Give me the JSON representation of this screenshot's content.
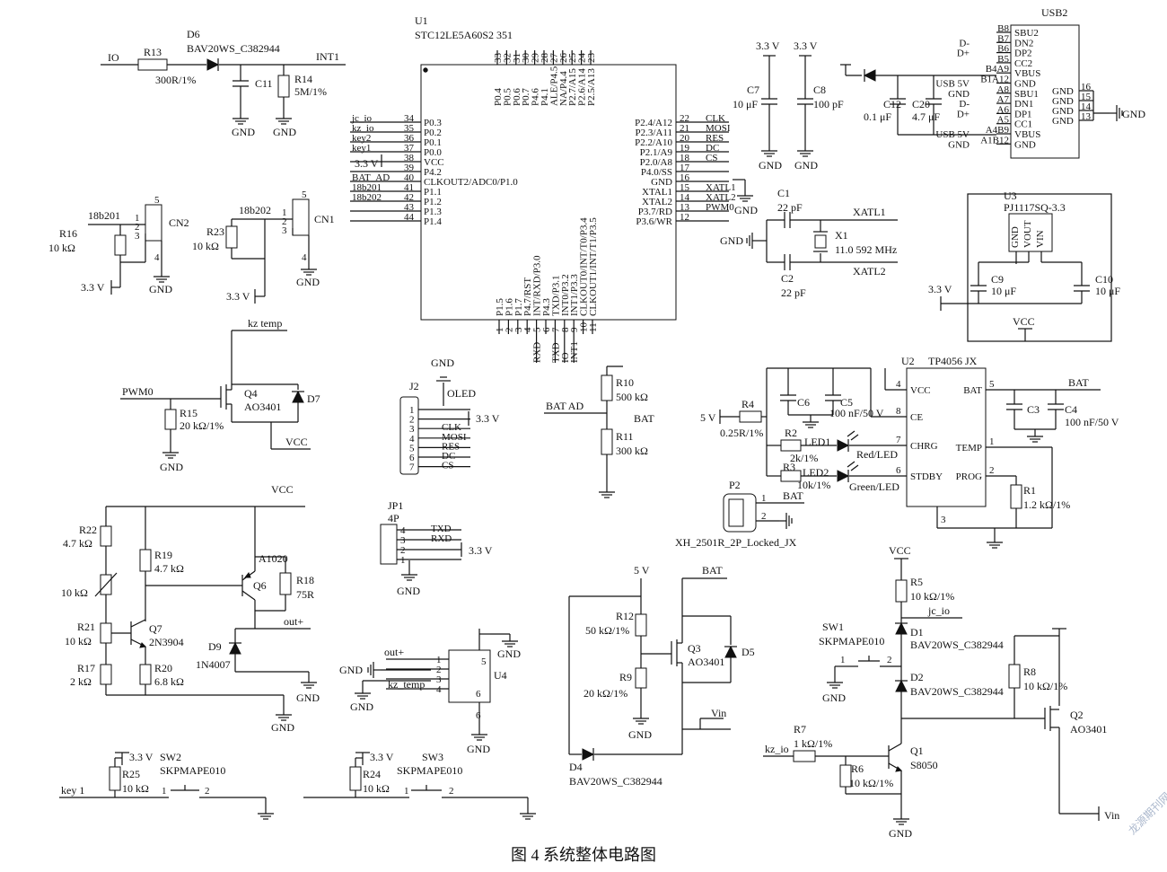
{
  "caption": "图 4    系统整体电路图",
  "watermark": "龙源期刊网",
  "components": {
    "D6": {
      "ref": "D6",
      "part": "BAV20WS_C382944"
    },
    "R13": {
      "ref": "R13",
      "value": "300R/1%"
    },
    "C11": {
      "ref": "C11"
    },
    "R14": {
      "ref": "R14",
      "value": "5M/1%"
    },
    "U1": {
      "ref": "U1",
      "part": "STC12LE5A60S2 351"
    },
    "USB2": {
      "ref": "USB2"
    },
    "C7": {
      "ref": "C7",
      "value": "10 μF"
    },
    "C8": {
      "ref": "C8",
      "value": "100 pF"
    },
    "C12": {
      "ref": "C12",
      "value": "0.1 μF"
    },
    "C20": {
      "ref": "C20",
      "value": "4.7 μF"
    },
    "C1": {
      "ref": "C1",
      "value": "22 pF"
    },
    "C2": {
      "ref": "C2",
      "value": "22 pF"
    },
    "X1": {
      "ref": "X1",
      "value": "11.0 592 MHz"
    },
    "U3": {
      "ref": "U3",
      "part": "PJ1117SQ-3.3"
    },
    "C9": {
      "ref": "C9",
      "value": "10 μF"
    },
    "C10": {
      "ref": "C10",
      "value": "10 μF"
    },
    "CN2": {
      "ref": "CN2"
    },
    "CN1": {
      "ref": "CN1"
    },
    "R16": {
      "ref": "R16",
      "value": "10 kΩ"
    },
    "R23": {
      "ref": "R23",
      "value": "10 kΩ"
    },
    "Q4": {
      "ref": "Q4",
      "part": "AO3401"
    },
    "D7": {
      "ref": "D7"
    },
    "R15": {
      "ref": "R15",
      "value": "20 kΩ/1%"
    },
    "J2": {
      "ref": "J2",
      "part": "OLED"
    },
    "R10": {
      "ref": "R10",
      "value": "500 kΩ"
    },
    "R11": {
      "ref": "R11",
      "value": "300 kΩ"
    },
    "U2": {
      "ref": "U2",
      "part": "TP4056  JX"
    },
    "R4": {
      "ref": "R4",
      "value": "0.25R/1%"
    },
    "C6": {
      "ref": "C6"
    },
    "C5": {
      "ref": "C5",
      "value": "100 nF/50 V"
    },
    "C3": {
      "ref": "C3"
    },
    "C4": {
      "ref": "C4",
      "value": "100 nF/50 V"
    },
    "R2": {
      "ref": "R2",
      "value": "2k/1%"
    },
    "R3": {
      "ref": "R3",
      "value": "10k/1%"
    },
    "LED1": {
      "ref": "LED1",
      "part": "Red/LED"
    },
    "LED2": {
      "ref": "LED2",
      "part": "Green/LED"
    },
    "R1": {
      "ref": "R1",
      "value": "1.2 kΩ/1%"
    },
    "P2": {
      "ref": "P2",
      "part": "XH_2501R_2P_Locked_JX"
    },
    "R22": {
      "ref": "R22",
      "value": "4.7 kΩ"
    },
    "NTC": {
      "value": "10 kΩ"
    },
    "R21": {
      "ref": "R21",
      "value": "10 kΩ"
    },
    "R17": {
      "ref": "R17",
      "value": "2 kΩ"
    },
    "R19": {
      "ref": "R19",
      "value": "4.7 kΩ"
    },
    "R20": {
      "ref": "R20",
      "value": "6.8 kΩ"
    },
    "Q7": {
      "ref": "Q7",
      "part": "2N3904"
    },
    "Q6": {
      "ref": "Q6",
      "part": "A1020"
    },
    "R18": {
      "ref": "R18",
      "value": "75R"
    },
    "D9": {
      "ref": "D9",
      "part": "1N4007"
    },
    "JP1": {
      "ref": "JP1",
      "part": "4P"
    },
    "U4": {
      "ref": "U4"
    },
    "R12": {
      "ref": "R12",
      "value": "50 kΩ/1%"
    },
    "R9": {
      "ref": "R9",
      "value": "20 kΩ/1%"
    },
    "Q3": {
      "ref": "Q3",
      "part": "AO3401"
    },
    "D5": {
      "ref": "D5"
    },
    "D4": {
      "ref": "D4",
      "part": "BAV20WS_C382944"
    },
    "R5": {
      "ref": "R5",
      "value": "10 kΩ/1%"
    },
    "SW1": {
      "ref": "SW1",
      "part": "SKPMAPE010"
    },
    "D1": {
      "ref": "D1",
      "part": "BAV20WS_C382944"
    },
    "D2": {
      "ref": "D2",
      "part": "BAV20WS_C382944"
    },
    "R8": {
      "ref": "R8",
      "value": "10 kΩ/1%"
    },
    "Q2": {
      "ref": "Q2",
      "part": "AO3401"
    },
    "R7": {
      "ref": "R7",
      "value": "1 kΩ/1%"
    },
    "R6": {
      "ref": "R6",
      "value": "10 kΩ/1%"
    },
    "Q1": {
      "ref": "Q1",
      "part": "S8050"
    },
    "SW2": {
      "ref": "SW2",
      "part": "SKPMAPE010"
    },
    "R25": {
      "ref": "R25",
      "value": "10 kΩ"
    },
    "SW3": {
      "ref": "SW3",
      "part": "SKPMAPE010"
    },
    "R24": {
      "ref": "R24",
      "value": "10 kΩ"
    }
  },
  "nets": {
    "gnd": "GND",
    "vcc": "VCC",
    "v33": "3.3 V",
    "v5": "5 V",
    "bat": "BAT",
    "vin": "Vin",
    "io": "IO",
    "int1": "INT1",
    "pwm0": "PWM0",
    "kz_temp": "kz temp",
    "kz_temp2": "kz_temp",
    "bat_ad": "BAT_AD",
    "bat_ad2": "BAT  AD",
    "jc_io": "jc_io",
    "kz_io": "kz_io",
    "key1": "key 1",
    "out_plus": "out+",
    "xatl1": "XATL1",
    "xatl2": "XATL2",
    "b18b201": "18b201",
    "b18b202": "18b202"
  },
  "u1_pins": {
    "left": [
      {
        "net": "jc_io",
        "num": "34",
        "name": "P0.3"
      },
      {
        "net": "kz_io",
        "num": "35",
        "name": "P0.2"
      },
      {
        "net": "key2",
        "num": "36",
        "name": "P0.1"
      },
      {
        "net": "key1",
        "num": "37",
        "name": "P0.0"
      },
      {
        "net": "",
        "num": "38",
        "name": "VCC"
      },
      {
        "net": "",
        "num": "39",
        "name": "P4.2"
      },
      {
        "net": "BAT_AD",
        "num": "40",
        "name": "CLKOUT2/ADC0/P1.0"
      },
      {
        "net": "18b201",
        "num": "41",
        "name": "P1.1"
      },
      {
        "net": "18b202",
        "num": "42",
        "name": "P1.2"
      },
      {
        "net": "",
        "num": "43",
        "name": "P1.3"
      },
      {
        "net": "",
        "num": "44",
        "name": "P1.4"
      }
    ],
    "right": [
      {
        "name": "P2.4/A12",
        "num": "22",
        "net": "CLK"
      },
      {
        "name": "P2.3/A11",
        "num": "21",
        "net": "MOSI"
      },
      {
        "name": "P2.2/A10",
        "num": "20",
        "net": "RES"
      },
      {
        "name": "P2.1/A9",
        "num": "19",
        "net": "DC"
      },
      {
        "name": "P2.0/A8",
        "num": "18",
        "net": "CS"
      },
      {
        "name": "P4.0/SS",
        "num": "17",
        "net": ""
      },
      {
        "name": "GND",
        "num": "16",
        "net": ""
      },
      {
        "name": "XTAL1",
        "num": "15",
        "net": "XATL1"
      },
      {
        "name": "XTAL2",
        "num": "14",
        "net": "XATL2"
      },
      {
        "name": "P3.7/RD",
        "num": "13",
        "net": "PWM0"
      },
      {
        "name": "P3.6/WR",
        "num": "12",
        "net": ""
      }
    ],
    "top": [
      {
        "num": "33",
        "name": "P0.4"
      },
      {
        "num": "32",
        "name": "P0.5"
      },
      {
        "num": "31",
        "name": "P0.6"
      },
      {
        "num": "30",
        "name": "P0.7"
      },
      {
        "num": "29",
        "name": "P4.6"
      },
      {
        "num": "28",
        "name": "P4.1"
      },
      {
        "num": "27",
        "name": "ALE/P4.5"
      },
      {
        "num": "26",
        "name": "NA/P4.4"
      },
      {
        "num": "25",
        "name": "P2.7/A15"
      },
      {
        "num": "24",
        "name": "P2.6/A14"
      },
      {
        "num": "23",
        "name": "P2.5/A13"
      }
    ],
    "bottom": [
      {
        "num": "1",
        "name": "P1.5",
        "net": ""
      },
      {
        "num": "2",
        "name": "P1.6",
        "net": ""
      },
      {
        "num": "3",
        "name": "P1.7",
        "net": ""
      },
      {
        "num": "4",
        "name": "P4.7/RST",
        "net": ""
      },
      {
        "num": "5",
        "name": "INT/RXD/P3.0",
        "net": "RXD"
      },
      {
        "num": "6",
        "name": "P4.3",
        "net": ""
      },
      {
        "num": "7",
        "name": "TXD/P3.1",
        "net": "TXD"
      },
      {
        "num": "8",
        "name": "INT0/P3.2",
        "net": "IO"
      },
      {
        "num": "9",
        "name": "INT1/P3.3",
        "net": "INT1"
      },
      {
        "num": "10",
        "name": "CLKOUT0/INT/T0/P3.4",
        "net": ""
      },
      {
        "num": "11",
        "name": "CLKOUT1/INT/T1/P3.5",
        "net": ""
      }
    ]
  },
  "usb2_pins": {
    "left": [
      {
        "pin": "B8",
        "name": "SBU2",
        "net": ""
      },
      {
        "pin": "B7",
        "name": "DN2",
        "net": "D-"
      },
      {
        "pin": "B6",
        "name": "DP2",
        "net": "D+"
      },
      {
        "pin": "B5",
        "name": "CC2",
        "net": ""
      },
      {
        "pin": "B4A9",
        "name": "VBUS",
        "net": ""
      },
      {
        "pin": "B1A12",
        "name": "GND",
        "net": "USB 5V"
      },
      {
        "pin": "A8",
        "name": "SBU1",
        "net": "GND"
      },
      {
        "pin": "A7",
        "name": "DN1",
        "net": "D-"
      },
      {
        "pin": "A6",
        "name": "DP1",
        "net": "D+"
      },
      {
        "pin": "A5",
        "name": "CC1",
        "net": ""
      },
      {
        "pin": "A4B9",
        "name": "VBUS",
        "net": "USB 5V"
      },
      {
        "pin": "A1B12",
        "name": "GND",
        "net": "GND"
      }
    ],
    "right": [
      {
        "name": "GND",
        "pin": "16"
      },
      {
        "name": "GND",
        "pin": "15"
      },
      {
        "name": "GND",
        "pin": "14"
      },
      {
        "name": "GND",
        "pin": "13"
      }
    ]
  },
  "u2_pins": {
    "left": [
      {
        "num": "4",
        "name": "VCC"
      },
      {
        "num": "8",
        "name": "CE"
      },
      {
        "num": "7",
        "name": "CHRG"
      },
      {
        "num": "6",
        "name": "STDBY"
      }
    ],
    "right": [
      {
        "num": "5",
        "name": "BAT"
      },
      {
        "num": "1",
        "name": "TEMP"
      },
      {
        "num": "2",
        "name": "PROG"
      }
    ],
    "bottom": [
      {
        "num": "3"
      }
    ]
  },
  "u3_pins": [
    "GND",
    "VOUT",
    "VIN"
  ],
  "j2_pins": [
    {
      "num": "1",
      "net": ""
    },
    {
      "num": "2",
      "net": ""
    },
    {
      "num": "3",
      "net": "CLK"
    },
    {
      "num": "4",
      "net": "MOSI"
    },
    {
      "num": "5",
      "net": "RES"
    },
    {
      "num": "6",
      "net": "DC"
    },
    {
      "num": "7",
      "net": "CS"
    }
  ],
  "jp1_pins": [
    {
      "num": "4",
      "net": "TXD"
    },
    {
      "num": "3",
      "net": "RXD"
    },
    {
      "num": "2",
      "net": ""
    },
    {
      "num": "1",
      "net": ""
    }
  ],
  "u4_pins": [
    {
      "num": "1",
      "net": "out+"
    },
    {
      "num": "2",
      "net": ""
    },
    {
      "num": "3",
      "net": ""
    },
    {
      "num": "4",
      "net": "kz_temp"
    },
    {
      "num": "5",
      "net": ""
    },
    {
      "num": "6",
      "net": ""
    }
  ],
  "cn_pins": [
    "1",
    "2",
    "3",
    "4",
    "5"
  ],
  "p2_pins": [
    "1",
    "2"
  ],
  "misc_pins": {
    "one": "1",
    "two": "2",
    "three": "3"
  }
}
